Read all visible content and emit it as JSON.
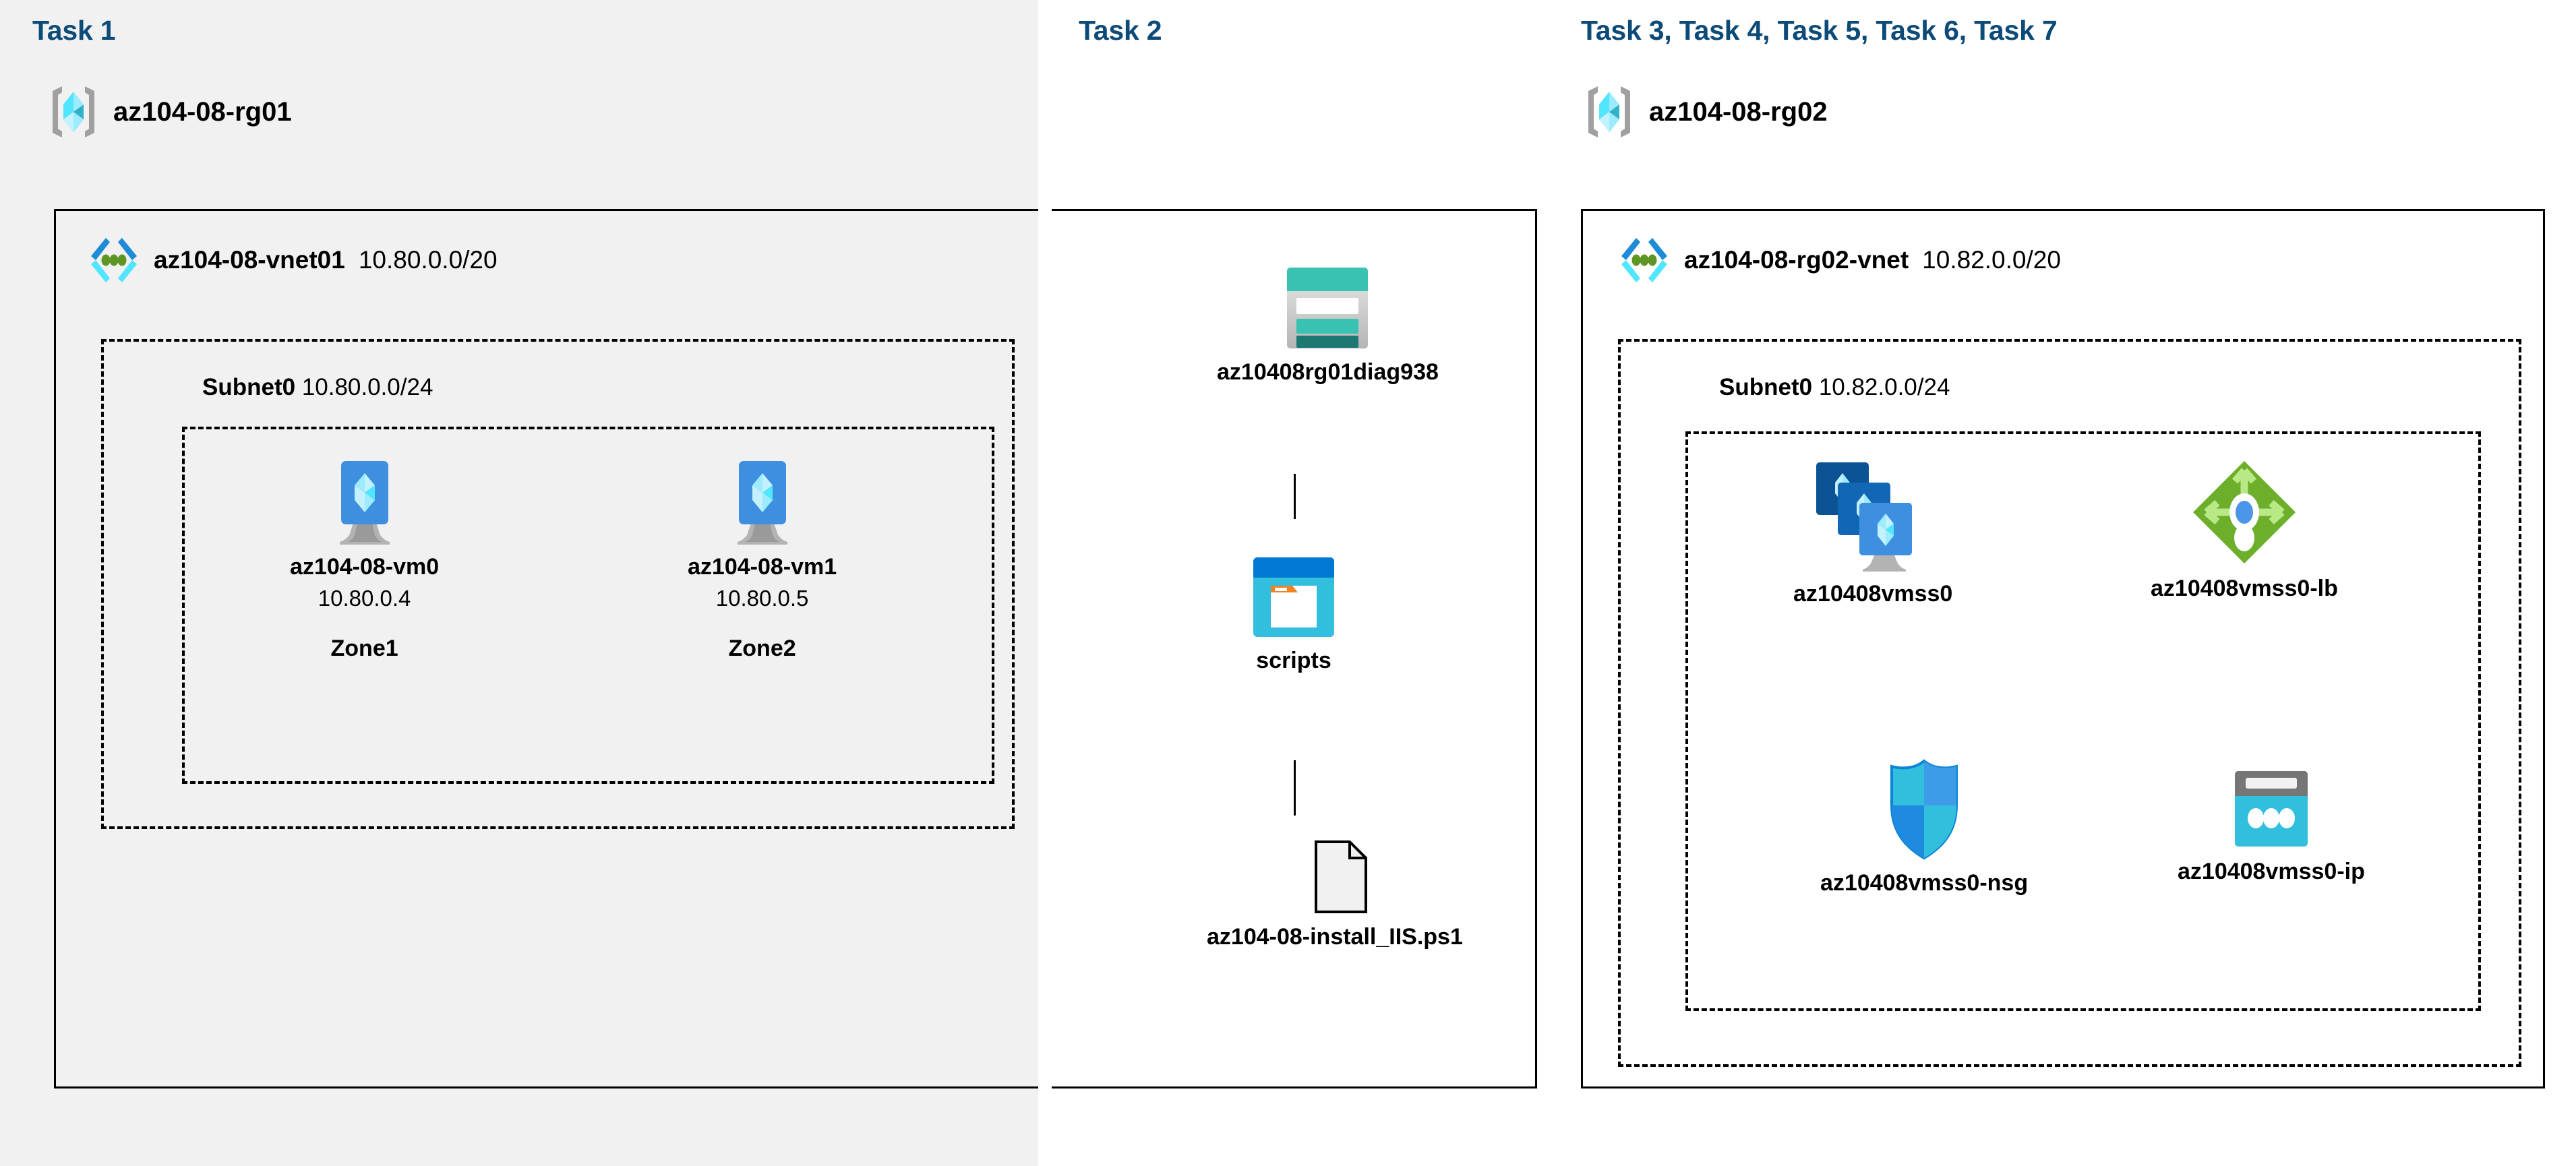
{
  "columns": {
    "task1": {
      "label": "Task 1"
    },
    "task2": {
      "label": "Task 2"
    },
    "task3": {
      "label": "Task 3, Task 4, Task 5, Task 6, Task 7"
    }
  },
  "resource_groups": [
    {
      "name": "az104-08-rg01",
      "icon": "resource-group-icon"
    },
    {
      "name": "az104-08-rg02",
      "icon": "resource-group-icon"
    }
  ],
  "vnets": [
    {
      "name": "az104-08-vnet01",
      "cidr": "10.80.0.0/20",
      "icon": "virtual-network-icon"
    },
    {
      "name": "az104-08-rg02-vnet",
      "cidr": "10.82.0.0/20",
      "icon": "virtual-network-icon"
    }
  ],
  "subnets": [
    {
      "name": "Subnet0",
      "cidr": "10.80.0.0/24"
    },
    {
      "name": "Subnet0",
      "cidr": "10.82.0.0/24"
    }
  ],
  "virtual_machines": [
    {
      "name": "az104-08-vm0",
      "ip": "10.80.0.4",
      "zone": "Zone1",
      "icon": "virtual-machine-icon"
    },
    {
      "name": "az104-08-vm1",
      "ip": "10.80.0.5",
      "zone": "Zone2",
      "icon": "virtual-machine-icon"
    }
  ],
  "storage": {
    "account": {
      "name": "az10408rg01diag938",
      "icon": "storage-account-icon"
    },
    "container": {
      "name": "scripts",
      "icon": "blob-container-icon"
    },
    "file": {
      "name": "az104-08-install_IIS.ps1",
      "icon": "file-icon"
    }
  },
  "scale_set_resources": [
    {
      "name": "az10408vmss0",
      "icon": "vm-scale-set-icon"
    },
    {
      "name": "az10408vmss0-lb",
      "icon": "load-balancer-icon"
    },
    {
      "name": "az10408vmss0-nsg",
      "icon": "network-security-group-icon"
    },
    {
      "name": "az10408vmss0-ip",
      "icon": "public-ip-address-icon"
    }
  ],
  "colors": {
    "task_heading": "#0C4A78",
    "panel_background": "#F1F1F1",
    "page_background": "#FFFFFF",
    "border": "#000000",
    "azure_blue": "#0078D4",
    "azure_cyan": "#50E6FF",
    "storage_teal": "#37C2B1",
    "load_balancer_green": "#7FBA00",
    "public_ip_cyan": "#32BEDD"
  }
}
